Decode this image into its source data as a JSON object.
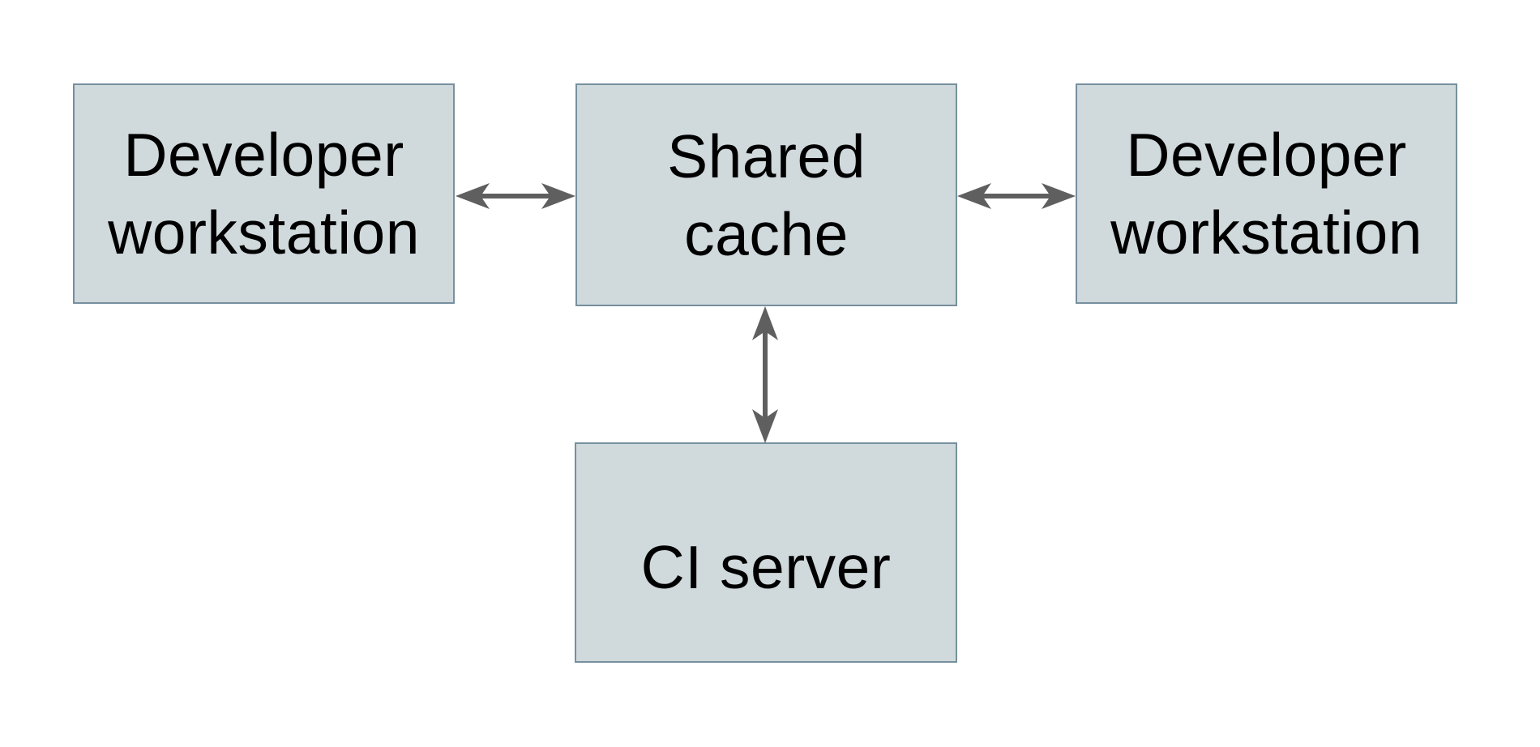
{
  "diagram": {
    "nodes": [
      {
        "id": "dev-left",
        "label": "Developer workstation",
        "line1": "Developer",
        "line2": "workstation"
      },
      {
        "id": "shared-cache",
        "label": "Shared cache",
        "line1": "Shared",
        "line2": "cache"
      },
      {
        "id": "dev-right",
        "label": "Developer workstation",
        "line1": "Developer",
        "line2": "workstation"
      },
      {
        "id": "ci-server",
        "label": "CI server"
      }
    ],
    "edges": [
      {
        "from": "dev-left",
        "to": "shared-cache",
        "direction": "bidirectional"
      },
      {
        "from": "shared-cache",
        "to": "dev-right",
        "direction": "bidirectional"
      },
      {
        "from": "shared-cache",
        "to": "ci-server",
        "direction": "bidirectional"
      }
    ],
    "colors": {
      "background": "#ffffff",
      "node_fill": "#d0d9dc",
      "node_border": "#76909e",
      "arrow": "#5f5f5f",
      "text": "#000000"
    }
  }
}
